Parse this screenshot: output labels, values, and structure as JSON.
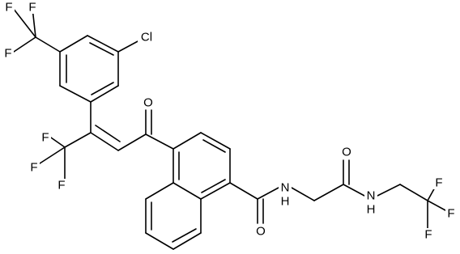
{
  "molecule": {
    "atoms": {
      "cf3_top_f1": "F",
      "cf3_top_f2": "F",
      "cf3_top_f3": "F",
      "chlorine": "Cl",
      "ketone_oxygen": "O",
      "cf3_vinyl_f1": "F",
      "cf3_vinyl_f2": "F",
      "cf3_vinyl_f3": "F",
      "amide_nh_1": "N",
      "amide_h_1": "H",
      "amide_oxygen_2": "O",
      "amide_nh_2": "N",
      "amide_h_2": "H",
      "amide_oxygen_1": "O",
      "cf3_ethyl_f1": "F",
      "cf3_ethyl_f2": "F",
      "cf3_ethyl_f3": "F"
    }
  }
}
